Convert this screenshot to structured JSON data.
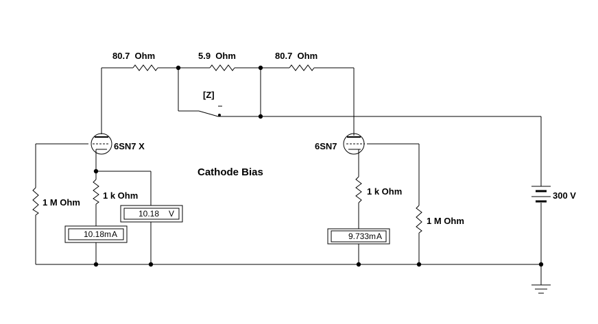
{
  "diagram": {
    "title": "Cathode Bias",
    "resistors": {
      "top_left": "80.7  Ohm",
      "top_mid": "5.9  Ohm",
      "top_right": "80.7  Ohm",
      "grid_left": "1 M Ohm",
      "cathode_left": "1 k Ohm",
      "cathode_right": "1 k Ohm",
      "grid_right": "1 M Ohm"
    },
    "tubes": {
      "left": "6SN7 X",
      "right": "6SN7"
    },
    "switch_key": "[Z]",
    "battery": "300 V",
    "meters": {
      "voltmeter_value": "10.18",
      "voltmeter_unit": "V",
      "ammeter_left_value": "10.18m",
      "ammeter_left_unit": "A",
      "ammeter_right_value": "9.733m",
      "ammeter_right_unit": "A"
    },
    "colors": {
      "wire": "#000000",
      "background": "#ffffff"
    }
  }
}
